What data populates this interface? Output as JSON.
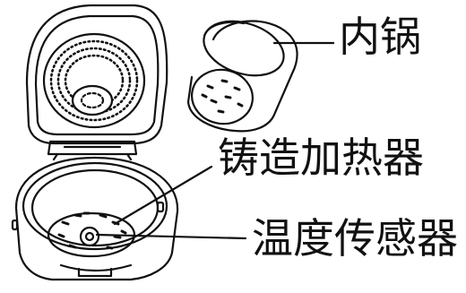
{
  "labels": {
    "inner_pot": "内锅",
    "cast_heater": "铸造加热器",
    "temperature_sensor": "温度传感器"
  },
  "colors": {
    "ink": "#111111",
    "background": "#ffffff"
  }
}
